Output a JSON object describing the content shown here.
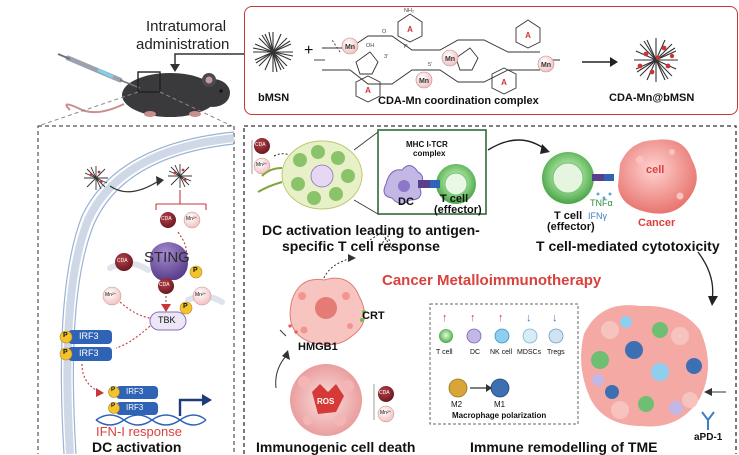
{
  "header": {
    "admin_line1": "Intratumoral",
    "admin_line2": "administration"
  },
  "top_panel": {
    "bmsn": "bMSN",
    "plus": "+",
    "complex_label": "CDA-Mn coordination complex",
    "product": "CDA-Mn@bMSN",
    "mn": "Mn",
    "nucleobase": "A",
    "complex_small_text": [
      "O",
      "OH",
      "P",
      "NH₂",
      "3'",
      "5'"
    ]
  },
  "left_panel": {
    "cda": "CDA",
    "mn_ion": "Mn²⁺",
    "sting": "STING",
    "tbk": "TBK",
    "p": "P",
    "irf3": "IRF3",
    "ifn": "IFN-I response",
    "title": "DC activation"
  },
  "right_panel": {
    "cda": "CDA",
    "mn_ion": "Mn²⁺",
    "mhc_line1": "MHC I-TCR",
    "mhc_line2": "complex",
    "dc": "DC",
    "tcell_line1": "T cell",
    "tcell_line2": "(effector)",
    "dc_caption_line1": "DC activation leading to antigen-",
    "dc_caption_line2": "specific T cell response",
    "tnfa": "TNFα",
    "ifng": "IFNγ",
    "tcell2_line1": "T cell",
    "tcell2_line2": "(effector)",
    "cancer_line1": "Cancer",
    "cancer_line2": "cell",
    "cyto_caption": "T cell-mediated cytotoxicity",
    "center_title": "Cancer Metalloimmunotherapy",
    "crt": "CRT",
    "hmgb1": "HMGB1",
    "ros": "ROS",
    "icd_caption": "Immunogenic cell death",
    "cells": [
      "T cell",
      "DC",
      "NK cell",
      "MDSCs",
      "Tregs"
    ],
    "arrows": [
      "↑",
      "↑",
      "↑",
      "↓",
      "↓"
    ],
    "m2": "M2",
    "m1": "M1",
    "macro_caption": "Macrophage polarization",
    "tme_caption": "Immune remodelling of TME",
    "apd1": "aPD-1"
  },
  "colors": {
    "top_border": "#c9363a",
    "cancer_red": "#d9413d",
    "ifn_red": "#d9413d",
    "sting_purple": "#7b5ca8",
    "irf3_blue": "#2f63b5",
    "tcell_green": "#6fbf73",
    "cda_dark": "#7a1f25",
    "p_yellow": "#f3c22c"
  }
}
